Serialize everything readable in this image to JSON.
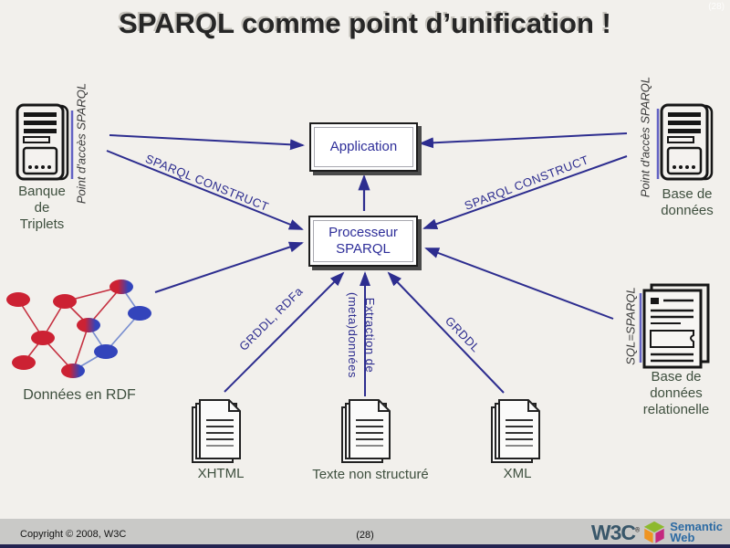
{
  "slide": {
    "title": "SPARQL comme point d’unification !",
    "corner_number": "(28)"
  },
  "boxes": {
    "application": {
      "label": "Application"
    },
    "processor": {
      "line1": "Processeur",
      "line2": "SPARQL"
    }
  },
  "sources": {
    "triple_store": {
      "line1": "Banque",
      "line2": "de",
      "line3": "Triplets",
      "endpoint": "Point d'accès SPARQL"
    },
    "database": {
      "line1": "Base de",
      "line2": "données",
      "endpoint": "Point d'accès SPARQL"
    },
    "rdf_data": {
      "label": "Données en RDF"
    },
    "relational_db": {
      "line1": "Base de",
      "line2": "données",
      "line3": "relationelle",
      "endpoint": "SQL=SPARQL"
    },
    "xhtml_doc": {
      "label": "XHTML"
    },
    "text_doc": {
      "label": "Texte non structuré"
    },
    "xml_doc": {
      "label": "XML"
    }
  },
  "arrow_labels": {
    "construct_left": "SPARQL CONSTRUCT",
    "construct_right": "SPARQL CONSTRUCT",
    "grddl_rdfa": "GRDDL, RDFa",
    "extraction_line1": "Extraction de",
    "extraction_line2": "(meta)données",
    "grddl": "GRDDL"
  },
  "footer": {
    "copyright": "Copyright © 2008, W3C",
    "page_number": "(28)",
    "w3c_logo": "W3C",
    "registered": "®",
    "semantic_line1": "Semantic",
    "semantic_line2": "Web"
  },
  "colors": {
    "background": "#f2f0ec",
    "arrow_navy": "#2d2d8f",
    "box_text_navy": "#2e2e99",
    "label_green": "#3e4f3e",
    "endpoint_line_purple": "#6262c4",
    "rdf_node_red": "#cc2233",
    "rdf_node_blue": "#3344bb",
    "footer_bar_gray": "#c9c9c7",
    "footer_strip_navy": "#232350",
    "logo_blue": "#2d6ba3"
  }
}
